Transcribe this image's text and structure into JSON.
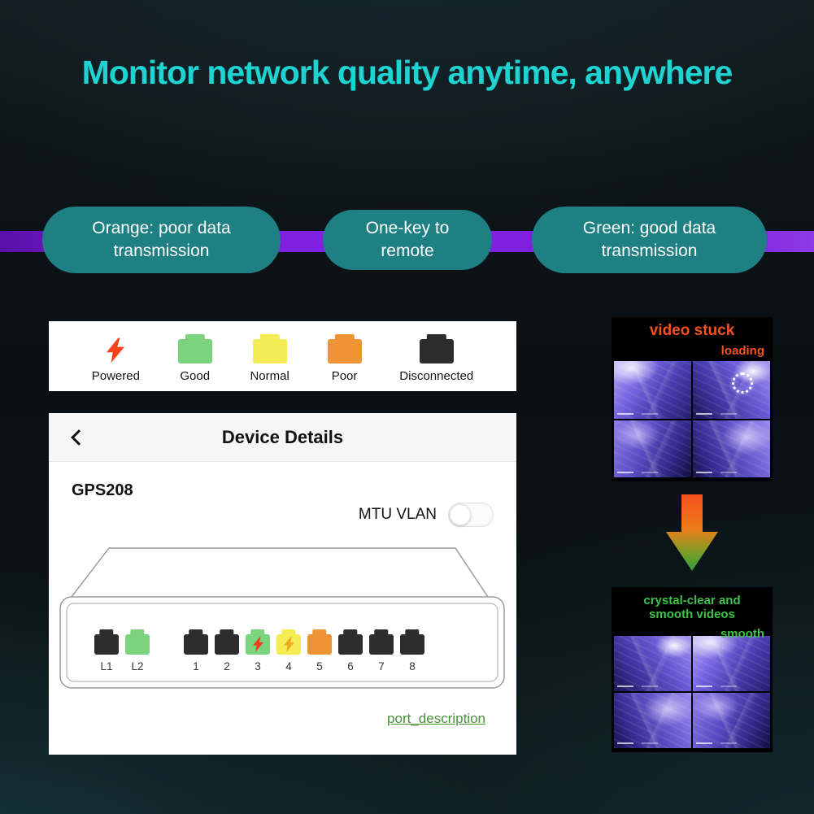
{
  "title": "Monitor network quality anytime, anywhere",
  "colors": {
    "title": "#1fd3d3",
    "bar": "#7a1bd8",
    "pill": "#1e8083",
    "orange": "#f4511e",
    "green": "#3dc24a",
    "link_green": "#4a8f3a"
  },
  "pills": [
    {
      "label": "Orange: poor data transmission"
    },
    {
      "label": "One-key to remote"
    },
    {
      "label": "Green: good data transmission"
    }
  ],
  "legend": {
    "items": [
      {
        "name": "powered",
        "label": "Powered",
        "icon": "lightning-icon",
        "color": "#f4431c"
      },
      {
        "name": "good",
        "label": "Good",
        "icon": "port-icon",
        "color": "#7bd47d"
      },
      {
        "name": "normal",
        "label": "Normal",
        "icon": "port-icon",
        "color": "#f3ec55"
      },
      {
        "name": "poor",
        "label": "Poor",
        "icon": "port-icon",
        "color": "#ef9434"
      },
      {
        "name": "disconnected",
        "label": "Disconnected",
        "icon": "port-icon",
        "color": "#2d2d2d"
      }
    ]
  },
  "device_panel": {
    "header": "Device Details",
    "model": "GPS208",
    "toggle_label": "MTU VLAN",
    "toggle_state": "off",
    "ports": [
      {
        "label": "L1",
        "color": "#2d2d2d"
      },
      {
        "label": "L2",
        "color": "#7bd47d"
      },
      {
        "label": "1",
        "color": "#2d2d2d"
      },
      {
        "label": "2",
        "color": "#2d2d2d"
      },
      {
        "label": "3",
        "color": "#7bd47d",
        "bolt_color": "#f43b1e"
      },
      {
        "label": "4",
        "color": "#f3ec55",
        "bolt_color": "#f0a81e"
      },
      {
        "label": "5",
        "color": "#ef9434"
      },
      {
        "label": "6",
        "color": "#2d2d2d"
      },
      {
        "label": "7",
        "color": "#2d2d2d"
      },
      {
        "label": "8",
        "color": "#2d2d2d"
      }
    ],
    "footer_link": "port_description"
  },
  "video_before": {
    "caption": "video stuck",
    "overlay": "loading"
  },
  "video_after": {
    "caption": "crystal-clear and smooth videos",
    "overlay": "smooth"
  }
}
